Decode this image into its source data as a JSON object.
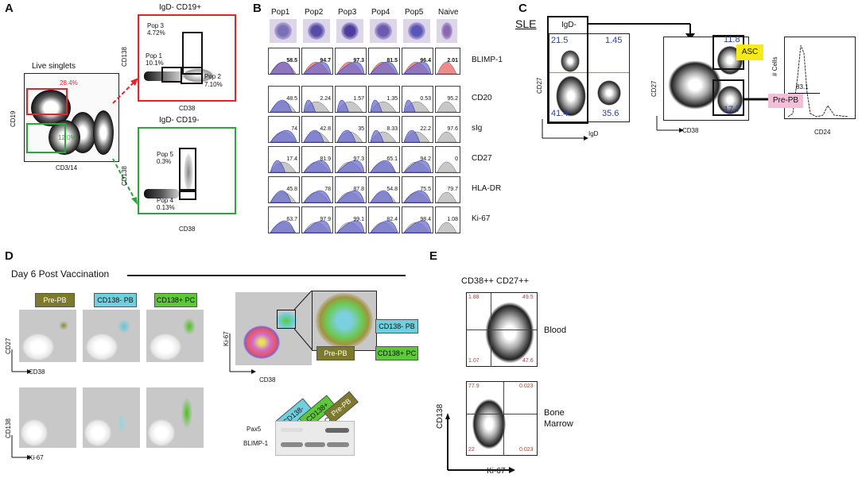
{
  "panels": {
    "A": {
      "label": "A",
      "live_title": "Live singlets",
      "live_x": "CD3/14",
      "live_y": "CD19",
      "gate_red_pct": "28.4%",
      "gate_green_pct": "12.0%",
      "top_title": "IgD- CD19+",
      "top_x": "CD38",
      "top_y": "CD138",
      "pop3": "Pop 3",
      "pop3_pct": "4.72%",
      "pop1": "Pop 1",
      "pop1_pct": "10.1%",
      "pop2": "Pop 2",
      "pop2_pct": "7.10%",
      "bottom_title": "IgD- CD19-",
      "bottom_x": "CD38",
      "bottom_y": "CD138",
      "pop5": "Pop 5",
      "pop5_pct": "0.3%",
      "pop4": "Pop 4",
      "pop4_pct": "0.13%"
    },
    "B": {
      "label": "B",
      "columns": [
        "Pop1",
        "Pop2",
        "Pop3",
        "Pop4",
        "Pop5",
        "Naive"
      ],
      "rows": [
        {
          "marker": "BLIMP-1",
          "values": [
            "58.5",
            "94.7",
            "97.3",
            "81.5",
            "96.4",
            "2.01"
          ]
        },
        {
          "marker": "CD20",
          "values": [
            "48.5",
            "2.24",
            "1.57",
            "1.35",
            "0.53",
            "95.2"
          ]
        },
        {
          "marker": "sIg",
          "values": [
            "74",
            "42.8",
            "35",
            "8.33",
            "22.2",
            "97.6"
          ]
        },
        {
          "marker": "CD27",
          "values": [
            "17.4",
            "81.9",
            "97.3",
            "65.1",
            "94.2",
            "0"
          ]
        },
        {
          "marker": "HLA-DR",
          "values": [
            "45.8",
            "78",
            "87.8",
            "54.8",
            "75.5",
            "79.7"
          ]
        },
        {
          "marker": "Ki-67",
          "values": [
            "63.7",
            "97.9",
            "99.1",
            "82.4",
            "98.4",
            "1.08"
          ]
        }
      ]
    },
    "C": {
      "label": "C",
      "disease": "SLE",
      "gate1": "IgD-",
      "p1_x": "IgD",
      "p1_y": "CD27",
      "q_tl": "21.5",
      "q_tr": "1.45",
      "q_bl": "41.4",
      "q_br": "35.6",
      "p2_x": "CD38",
      "p2_y": "CD27",
      "asc_val": "11.8",
      "asc_label": "ASC",
      "prepb_val": "17.7",
      "prepb_label": "Pre-PB",
      "hist_y": "# Cells",
      "hist_x": "CD24",
      "hist_val": "83.1"
    },
    "D": {
      "label": "D",
      "title": "Day 6 Post Vaccination",
      "tag_prepb": "Pre-PB",
      "tag_cd138neg": "CD138- PB",
      "tag_cd138pos": "CD138+ PC",
      "top_x": "CD38",
      "top_y": "CD27",
      "bottom_x": "Ki-67",
      "bottom_y": "CD138",
      "big_x": "CD38",
      "big_y": "Ki-67",
      "blot_lanes": [
        "CD138- PB",
        "CD138+ PC",
        "Pre-PB"
      ],
      "blot_rows": [
        "Pax5",
        "BLIMP-1"
      ]
    },
    "E": {
      "label": "E",
      "title": "CD38++ CD27++",
      "blood": "Blood",
      "marrow_1": "Bone",
      "marrow_2": "Marrow",
      "x": "Ki-67",
      "y": "CD138",
      "blood_q": {
        "tl": "1.88",
        "tr": "49.5",
        "bl": "1.07",
        "br": "47.6"
      },
      "bm_q": {
        "tl": "77.9",
        "tr": "0.023",
        "bl": "22",
        "br": "0.023"
      }
    }
  },
  "colors": {
    "red": "#e8242a",
    "green": "#2aa63b",
    "blue": "#2a3ea8",
    "hist_blue": "#6f6fd0",
    "hist_red": "#f08a8a",
    "olive": "#7d7a2c",
    "cyan": "#6fd0e0",
    "lime": "#5cc83a",
    "asc_yellow": "#f6ea1a",
    "prepb_pink": "#f3bfd8"
  }
}
